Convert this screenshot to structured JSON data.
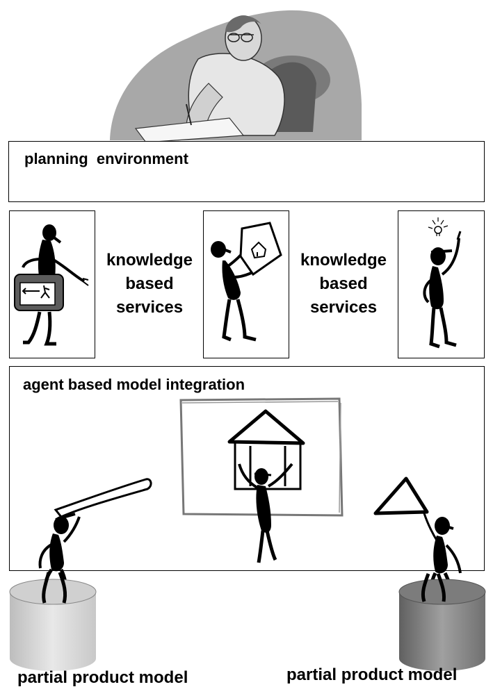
{
  "top": {
    "label": "planning  environment"
  },
  "services": [
    {
      "line1": "knowledge",
      "line2": "based",
      "line3": "services"
    },
    {
      "line1": "knowledge",
      "line2": "based",
      "line3": "services"
    }
  ],
  "integration": {
    "label": "agent based model integration"
  },
  "models": [
    {
      "label": "partial product model"
    },
    {
      "label": "partial product model"
    }
  ],
  "icons": [
    "planner-clipart",
    "agent-with-toolbox",
    "agent-with-drawing",
    "agent-with-idea",
    "board-with-house",
    "agent-with-beam",
    "agent-with-triangle",
    "database-cylinder"
  ]
}
